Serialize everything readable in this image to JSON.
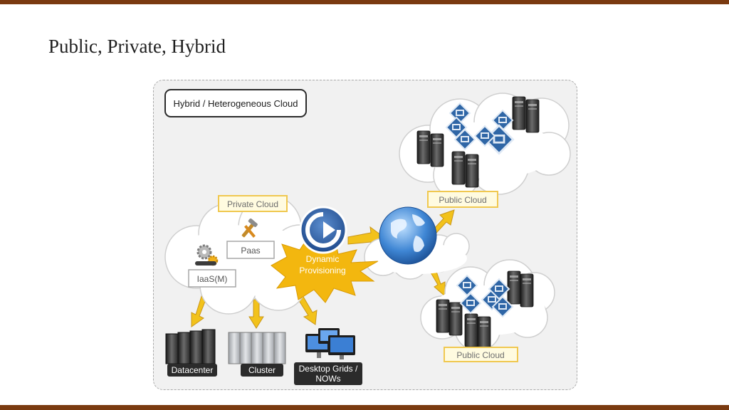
{
  "slide": {
    "title": "Public, Private, Hybrid",
    "accent_color": "#7a3a10"
  },
  "diagram": {
    "title_box": "Hybrid / Heterogeneous Cloud",
    "private_cloud_label": "Private Cloud",
    "paas_label": "Paas",
    "iaas_label": "IaaS(M)",
    "provisioning_line1": "Dynamic",
    "provisioning_line2": "Provisioning",
    "public_cloud_top_label": "Public Cloud",
    "public_cloud_bottom_label": "Public Cloud",
    "resources": {
      "datacenter": "Datacenter",
      "cluster": "Cluster",
      "desktop_line1": "Desktop Grids /",
      "desktop_line2": "NOWs"
    },
    "icons": [
      "gear-icon",
      "tools-icon",
      "provisioning-arrow-icon",
      "globe-icon",
      "server-rack-icon",
      "virtual-machine-icon",
      "desktop-monitor-icon"
    ],
    "colors": {
      "label_border": "#f0c850",
      "label_fill": "#fffbe0",
      "arrow": "#f2c21b",
      "burst": "#f3b70f",
      "cloud": "#ffffff",
      "vm_blue": "#2f66a6"
    }
  }
}
